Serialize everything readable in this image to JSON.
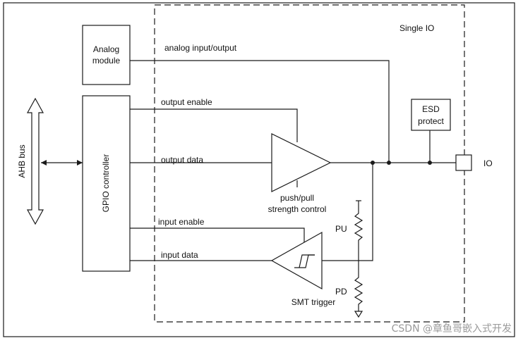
{
  "labels": {
    "single_io": "Single IO",
    "analog_module_line1": "Analog",
    "analog_module_line2": "module",
    "analog_io": "analog input/output",
    "output_enable": "output enable",
    "output_data": "output data",
    "gpio_controller": "GPIO controller",
    "ahb_bus": "AHB bus",
    "esd_line1": "ESD",
    "esd_line2": "protect",
    "io": "IO",
    "push_pull_line1": "push/pull",
    "push_pull_line2": "strength control",
    "input_enable": "input enable",
    "input_data": "input data",
    "pu": "PU",
    "pd": "PD",
    "smt_trigger": "SMT trigger"
  },
  "watermark": "CSDN @章鱼哥嵌入式开发"
}
